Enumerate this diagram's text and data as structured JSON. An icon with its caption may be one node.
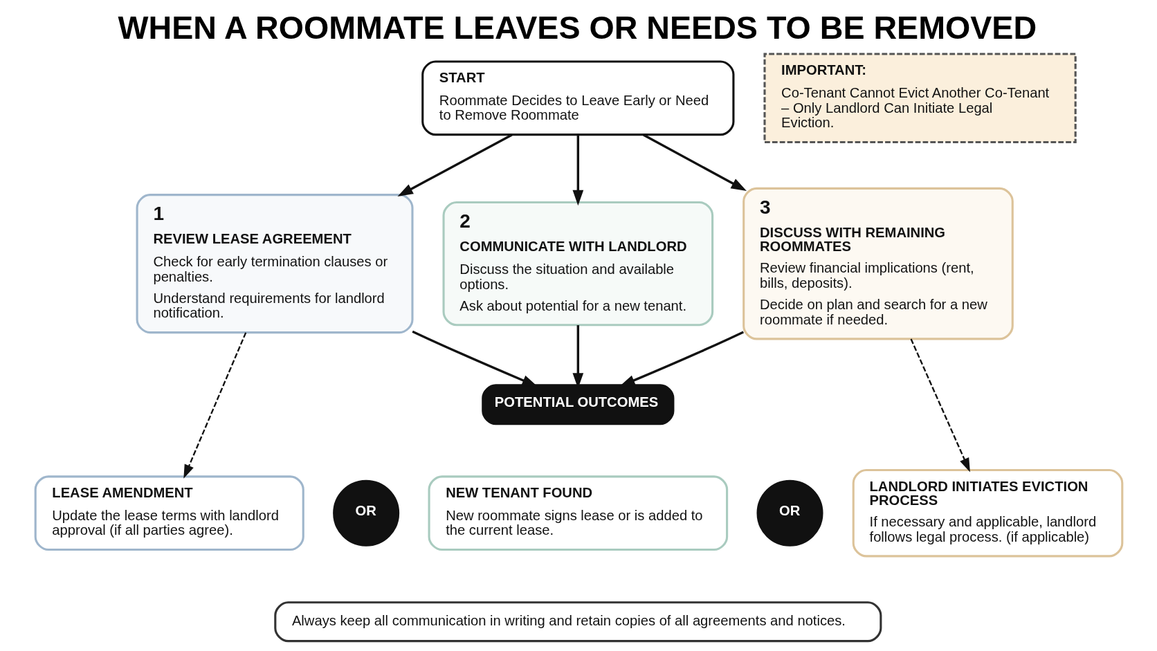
{
  "diagram": {
    "title": "WHEN A ROOMMATE LEAVES OR NEEDS TO BE REMOVED",
    "nodes": [
      {
        "text": [
          "START",
          "Roommate Decides to Leave Early or Need to Remove Roommate"
        ]
      },
      {
        "text": [
          "IMPORTANT:",
          "Co-Tenant Cannot Evict Another Co-Tenant – Only Landlord Can Initiate Legal Eviction."
        ]
      },
      {
        "text": [
          "1",
          "REVIEW LEASE AGREEMENT",
          "Check for early termination clauses or penalties.",
          "Understand requirements for landlord notification."
        ]
      },
      {
        "text": [
          "2",
          "COMMUNICATE WITH LANDLORD",
          "Discuss the situation and available options.",
          "Ask about potential for a new tenant."
        ]
      },
      {
        "text": [
          "3",
          "DISCUSS WITH REMAINING ROOMMATES",
          "Review financial implications (rent, bills, deposits).",
          "Decide on plan and search for a new roommate if needed."
        ]
      },
      {
        "text": [
          "POTENTIAL OUTCOMES"
        ]
      },
      {
        "text": [
          "LEASE AMENDMENT",
          "Update the lease terms with landlord approval (if all parties agree)."
        ]
      },
      {
        "text": [
          "OR"
        ]
      },
      {
        "text": [
          "NEW TENANT FOUND",
          "New roommate signs lease or is added to the current lease."
        ]
      },
      {
        "text": [
          "OR"
        ]
      },
      {
        "text": [
          "LANDLORD INITIATES EVICTION PROCESS",
          "If necessary and applicable, landlord follows legal process. (if applicable)"
        ]
      },
      {
        "text": [
          "Always keep all communication in writing and retain copies of all agreements and notices."
        ]
      }
    ],
    "edges": [
      {
        "from": 0,
        "to": 2,
        "arrow": "to"
      },
      {
        "from": 0,
        "to": 3,
        "arrow": "to"
      },
      {
        "from": 0,
        "to": 4,
        "arrow": "to"
      },
      {
        "from": 2,
        "to": 5,
        "arrow": "to"
      },
      {
        "from": 3,
        "to": 5,
        "arrow": "to"
      },
      {
        "from": 4,
        "to": 5,
        "arrow": "to"
      },
      {
        "from": 2,
        "to": 6,
        "arrow": "to",
        "style": "dashed"
      },
      {
        "from": 4,
        "to": 10,
        "arrow": "to",
        "style": "dashed"
      }
    ]
  }
}
